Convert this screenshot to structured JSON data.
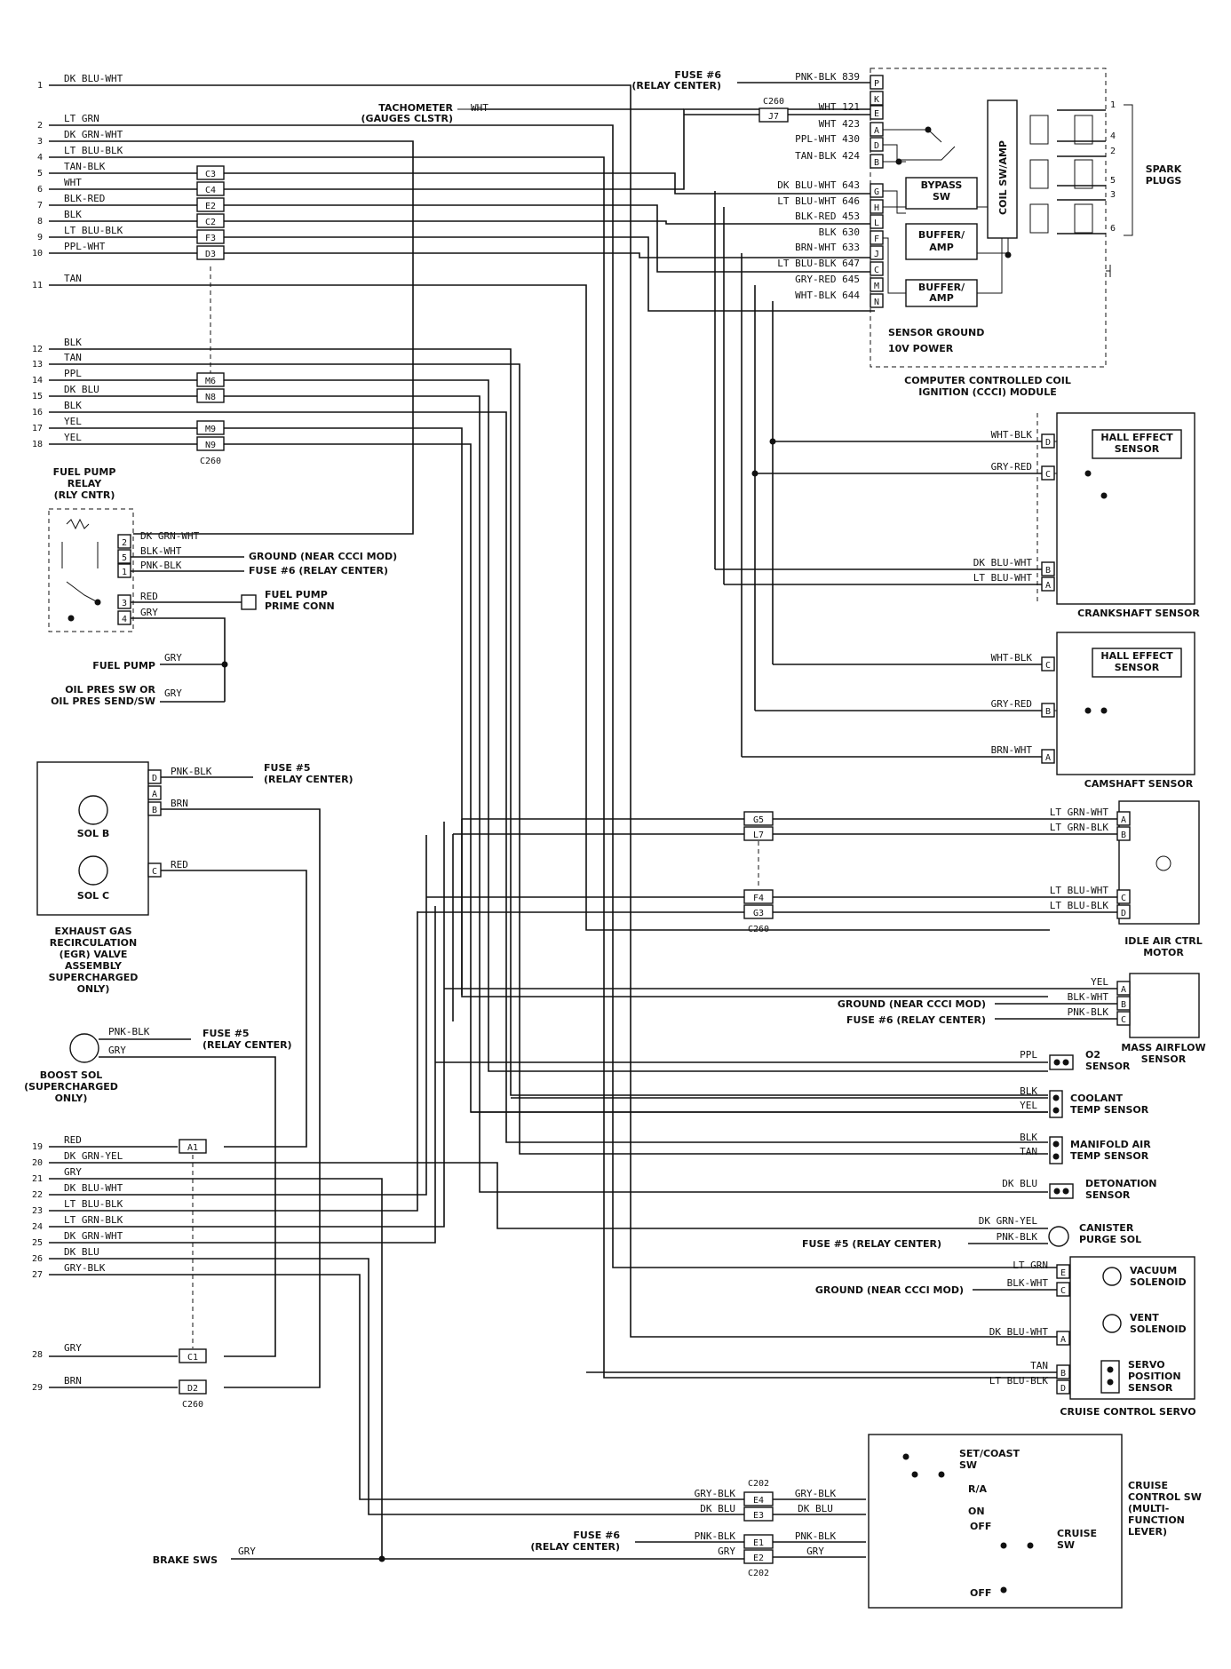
{
  "left_pins": [
    {
      "num": "1",
      "wire": "DK BLU-WHT",
      "conn": ""
    },
    {
      "num": "2",
      "wire": "LT GRN",
      "conn": ""
    },
    {
      "num": "3",
      "wire": "DK GRN-WHT",
      "conn": ""
    },
    {
      "num": "4",
      "wire": "LT BLU-BLK",
      "conn": ""
    },
    {
      "num": "5",
      "wire": "TAN-BLK",
      "conn": "C3"
    },
    {
      "num": "6",
      "wire": "WHT",
      "conn": "C4"
    },
    {
      "num": "7",
      "wire": "BLK-RED",
      "conn": "E2"
    },
    {
      "num": "8",
      "wire": "BLK",
      "conn": "C2"
    },
    {
      "num": "9",
      "wire": "LT BLU-BLK",
      "conn": "F3"
    },
    {
      "num": "10",
      "wire": "PPL-WHT",
      "conn": "D3"
    },
    {
      "num": "11",
      "wire": "TAN",
      "conn": ""
    },
    {
      "num": "12",
      "wire": "BLK",
      "conn": ""
    },
    {
      "num": "13",
      "wire": "TAN",
      "conn": ""
    },
    {
      "num": "14",
      "wire": "PPL",
      "conn": "M6"
    },
    {
      "num": "15",
      "wire": "DK BLU",
      "conn": "N8"
    },
    {
      "num": "16",
      "wire": "BLK",
      "conn": ""
    },
    {
      "num": "17",
      "wire": "YEL",
      "conn": "M9"
    },
    {
      "num": "18",
      "wire": "YEL",
      "conn": "N9"
    },
    {
      "num": "19",
      "wire": "RED",
      "conn": "A1"
    },
    {
      "num": "20",
      "wire": "DK GRN-YEL",
      "conn": ""
    },
    {
      "num": "21",
      "wire": "GRY",
      "conn": ""
    },
    {
      "num": "22",
      "wire": "DK BLU-WHT",
      "conn": ""
    },
    {
      "num": "23",
      "wire": "LT BLU-BLK",
      "conn": ""
    },
    {
      "num": "24",
      "wire": "LT GRN-BLK",
      "conn": ""
    },
    {
      "num": "25",
      "wire": "DK GRN-WHT",
      "conn": ""
    },
    {
      "num": "26",
      "wire": "DK BLU",
      "conn": ""
    },
    {
      "num": "27",
      "wire": "GRY-BLK",
      "conn": ""
    },
    {
      "num": "28",
      "wire": "GRY",
      "conn": "C1"
    },
    {
      "num": "29",
      "wire": "BRN",
      "conn": "D2"
    }
  ],
  "c260": "C260",
  "tach": {
    "label1": "TACHOMETER",
    "label2": "(GAUGES CLSTR)",
    "wire": "WHT"
  },
  "ccci": {
    "fuse_label1": "FUSE #6",
    "fuse_label2": "(RELAY CENTER)",
    "j7": "J7",
    "c260": "C260",
    "pins": [
      {
        "pin": "P",
        "wire": "PNK-BLK 839"
      },
      {
        "pin": "K",
        "wire": ""
      },
      {
        "pin": "E",
        "wire": "WHT 121"
      },
      {
        "pin": "A",
        "wire": "WHT 423"
      },
      {
        "pin": "D",
        "wire": "PPL-WHT 430"
      },
      {
        "pin": "B",
        "wire": "TAN-BLK 424"
      },
      {
        "pin": "G",
        "wire": "DK BLU-WHT 643"
      },
      {
        "pin": "H",
        "wire": "LT BLU-WHT 646"
      },
      {
        "pin": "L",
        "wire": "BLK-RED 453"
      },
      {
        "pin": "F",
        "wire": "BLK 630"
      },
      {
        "pin": "J",
        "wire": "BRN-WHT 633"
      },
      {
        "pin": "C",
        "wire": "LT BLU-BLK 647"
      },
      {
        "pin": "M",
        "wire": "GRY-RED 645"
      },
      {
        "pin": "N",
        "wire": "WHT-BLK 644"
      }
    ],
    "bypass1": "BYPASS",
    "bypass2": "SW",
    "buffer1": "BUFFER/",
    "buffer2": "AMP",
    "coil": "COIL SW/AMP",
    "sensor_ground": "SENSOR GROUND",
    "power": "10V POWER",
    "title1": "COMPUTER CONTROLLED COIL",
    "title2": "IGNITION (CCCI) MODULE",
    "spark_nums": [
      "1",
      "4",
      "2",
      "5",
      "3",
      "6"
    ],
    "spark1": "SPARK",
    "spark2": "PLUGS"
  },
  "fuel_pump_relay": {
    "title": [
      "FUEL PUMP",
      "RELAY",
      "(RLY CNTR)"
    ],
    "pins": [
      {
        "pin": "2",
        "wire": "DK GRN-WHT"
      },
      {
        "pin": "5",
        "wire": "BLK-WHT"
      },
      {
        "pin": "1",
        "wire": "PNK-BLK"
      },
      {
        "pin": "3",
        "wire": "RED"
      },
      {
        "pin": "4",
        "wire": "GRY"
      }
    ],
    "ground": "GROUND (NEAR CCCI MOD)",
    "fuse": "FUSE #6 (RELAY CENTER)",
    "prime1": "FUEL PUMP",
    "prime2": "PRIME CONN",
    "fuel_pump": "FUEL PUMP",
    "gry": "GRY",
    "oil1": "OIL PRES SW OR",
    "oil2": "OIL PRES SEND/SW"
  },
  "crank": {
    "pins": [
      {
        "pin": "D",
        "wire": "WHT-BLK"
      },
      {
        "pin": "C",
        "wire": "GRY-RED"
      },
      {
        "pin": "B",
        "wire": "DK BLU-WHT"
      },
      {
        "pin": "A",
        "wire": "LT BLU-WHT"
      }
    ],
    "hall1": "HALL EFFECT",
    "hall2": "SENSOR",
    "title": "CRANKSHAFT SENSOR"
  },
  "cam": {
    "pins": [
      {
        "pin": "C",
        "wire": "WHT-BLK"
      },
      {
        "pin": "B",
        "wire": "GRY-RED"
      },
      {
        "pin": "A",
        "wire": "BRN-WHT"
      }
    ],
    "hall1": "HALL EFFECT",
    "hall2": "SENSOR",
    "title": "CAMSHAFT SENSOR"
  },
  "egr": {
    "pins": [
      {
        "pin": "D",
        "wire": "PNK-BLK"
      },
      {
        "pin": "A",
        "wire": ""
      },
      {
        "pin": "B",
        "wire": "BRN"
      },
      {
        "pin": "C",
        "wire": "RED"
      }
    ],
    "fuse1": "FUSE #5",
    "fuse2": "(RELAY CENTER)",
    "sol_b": "SOL B",
    "sol_c": "SOL C",
    "title": [
      "EXHAUST GAS",
      "RECIRCULATION",
      "(EGR) VALVE",
      "ASSEMBLY",
      "SUPERCHARGED",
      "ONLY)"
    ]
  },
  "boost": {
    "pnk": "PNK-BLK",
    "gry": "GRY",
    "fuse1": "FUSE #5",
    "fuse2": "(RELAY CENTER)",
    "title": [
      "BOOST SOL",
      "(SUPERCHARGED",
      "ONLY)"
    ]
  },
  "idle_air": {
    "conns": [
      {
        "c": "G5"
      },
      {
        "c": "L7"
      },
      {
        "c": "F4"
      },
      {
        "c": "G3"
      }
    ],
    "c260": "C260",
    "pins": [
      {
        "pin": "A",
        "wire": "LT GRN-WHT"
      },
      {
        "pin": "B",
        "wire": "LT GRN-BLK"
      },
      {
        "pin": "C",
        "wire": "LT BLU-WHT"
      },
      {
        "pin": "D",
        "wire": "LT BLU-BLK"
      }
    ],
    "title1": "IDLE AIR CTRL",
    "title2": "MOTOR"
  },
  "maf": {
    "pins": [
      {
        "pin": "A",
        "wire": "YEL"
      },
      {
        "pin": "B",
        "wire": "BLK-WHT"
      },
      {
        "pin": "C",
        "wire": "PNK-BLK"
      }
    ],
    "ground": "GROUND (NEAR CCCI MOD)",
    "fuse": "FUSE #6 (RELAY CENTER)",
    "title1": "MASS AIRFLOW",
    "title2": "SENSOR"
  },
  "o2": {
    "wire": "PPL",
    "t1": "O2",
    "t2": "SENSOR"
  },
  "coolant": {
    "w1": "BLK",
    "w2": "YEL",
    "t1": "COOLANT",
    "t2": "TEMP SENSOR"
  },
  "manifold": {
    "w1": "BLK",
    "w2": "TAN",
    "t1": "MANIFOLD AIR",
    "t2": "TEMP SENSOR"
  },
  "detonation": {
    "wire": "DK BLU",
    "t1": "DETONATION",
    "t2": "SENSOR"
  },
  "canister": {
    "w1": "DK GRN-YEL",
    "w2": "PNK-BLK",
    "fuse": "FUSE #5 (RELAY CENTER)",
    "t1": "CANISTER",
    "t2": "PURGE SOL"
  },
  "cruise_servo": {
    "pins": [
      {
        "pin": "E",
        "wire": "LT GRN"
      },
      {
        "pin": "C",
        "wire": "BLK-WHT"
      },
      {
        "pin": "A",
        "wire": "DK BLU-WHT"
      },
      {
        "pin": "B",
        "wire": "TAN"
      },
      {
        "pin": "D",
        "wire": "LT BLU-BLK"
      }
    ],
    "ground": "GROUND (NEAR CCCI MOD)",
    "vac1": "VACUUM",
    "vac2": "SOLENOID",
    "vent1": "VENT",
    "vent2": "SOLENOID",
    "servo1": "SERVO",
    "servo2": "POSITION",
    "servo3": "SENSOR",
    "title": "CRUISE CONTROL SERVO"
  },
  "cruise_sw": {
    "c202": "C202",
    "left": [
      {
        "c": "E4",
        "wire": "GRY-BLK"
      },
      {
        "c": "E3",
        "wire": "DK BLU"
      },
      {
        "c": "E1",
        "wire": "PNK-BLK"
      },
      {
        "c": "E2",
        "wire": "GRY"
      }
    ],
    "right": [
      "GRY-BLK",
      "DK BLU",
      "PNK-BLK",
      "GRY"
    ],
    "fuse1": "FUSE #6",
    "fuse2": "(RELAY CENTER)",
    "brake": "BRAKE SWS",
    "brake_wire": "GRY",
    "set": "SET/COAST",
    "sw": "SW",
    "ra": "R/A",
    "on": "ON",
    "off": "OFF",
    "off2": "OFF",
    "cruise1": "CRUISE",
    "cruise2": "SW",
    "title": [
      "CRUISE",
      "CONTROL SW",
      "(MULTI-",
      "FUNCTION",
      "LEVER)"
    ]
  }
}
